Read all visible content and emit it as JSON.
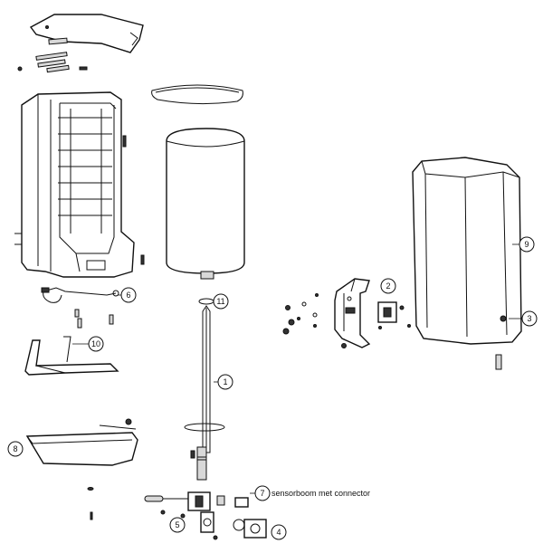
{
  "callouts": [
    {
      "id": "1",
      "label": "1"
    },
    {
      "id": "2",
      "label": "2"
    },
    {
      "id": "3",
      "label": "3"
    },
    {
      "id": "4",
      "label": "4"
    },
    {
      "id": "5",
      "label": "5"
    },
    {
      "id": "6",
      "label": "6"
    },
    {
      "id": "7",
      "label": "7"
    },
    {
      "id": "8",
      "label": "8"
    },
    {
      "id": "9",
      "label": "9"
    },
    {
      "id": "10",
      "label": "10"
    },
    {
      "id": "11",
      "label": "11"
    }
  ],
  "notes": {
    "sensor_label": "sensorboom met connector"
  }
}
